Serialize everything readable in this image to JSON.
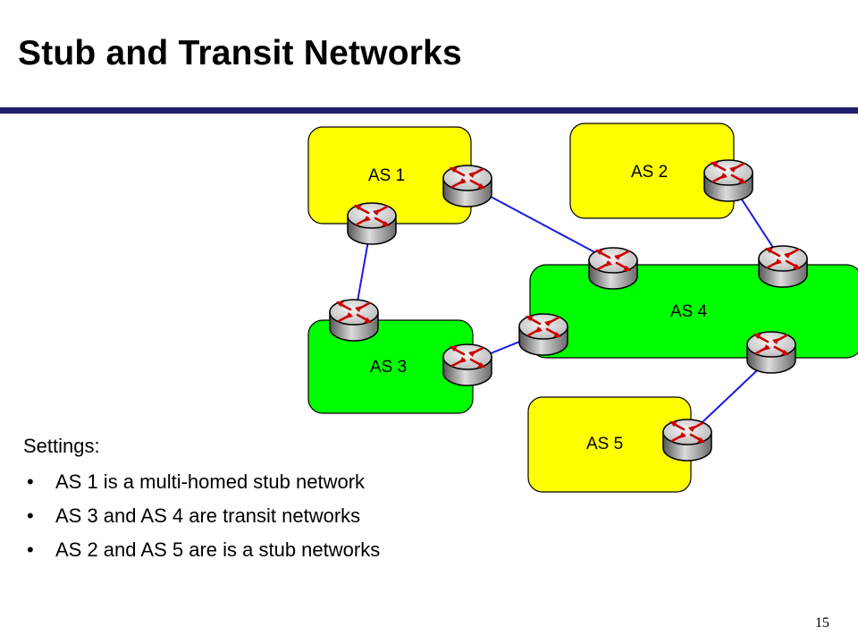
{
  "title": "Stub and Transit Networks",
  "diagram": {
    "autonomous_systems": [
      {
        "id": "as1",
        "label": "AS 1",
        "fill": "#ffff00"
      },
      {
        "id": "as2",
        "label": "AS 2",
        "fill": "#ffff00"
      },
      {
        "id": "as3",
        "label": "AS 3",
        "fill": "#00ff00"
      },
      {
        "id": "as4",
        "label": "AS 4",
        "fill": "#00ff00"
      },
      {
        "id": "as5",
        "label": "AS 5",
        "fill": "#ffff00"
      }
    ],
    "link_color": "#1a1ae6",
    "router_icon": "router-icon"
  },
  "settings": {
    "heading": "Settings:",
    "bullet_glyph": "•",
    "items": [
      "AS 1 is a multi-homed stub network",
      "AS 3 and AS 4 are transit networks",
      "AS 2 and AS 5 are  is a stub networks"
    ]
  },
  "page_number": "15"
}
